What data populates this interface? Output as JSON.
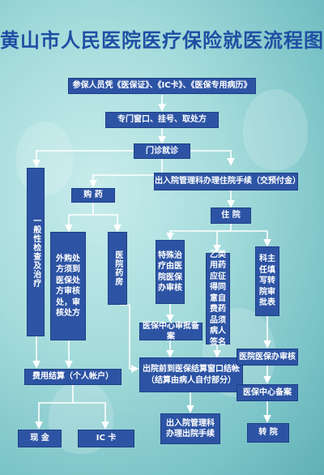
{
  "title": "黄山市人民医院医疗保险就医流程图",
  "nodes": {
    "n1": "参保人员凭《医保证》、《IC卡》、《医保专用病历》",
    "n2": "专门窗口、挂号、取处方",
    "n3": "门诊就诊",
    "n4": "一般性检查及治疗",
    "n5": "购 药",
    "n6": "出入院管理科办理住院手续（交预付金）",
    "n7": "住 院",
    "n8": "外购处方须到医保处方审核处，审核处方",
    "n9": "医院药房",
    "n10": "特殊治疗由医院医保办审核",
    "n11": "乙类用药应征得同意自费药品须病人签名",
    "n12": "科主任填写转院审批表",
    "n13": "医保中心审批备案",
    "n14": "费用结算（个人帐户）",
    "n15": "出院前到医保结算窗口结帐（结算由病人自付部分）",
    "n16": "医院医保办审核",
    "n17": "医保中心备案",
    "n18": "现 金",
    "n19": "IC 卡",
    "n20": "出入院管理科办理出院手续",
    "n21": "转 院"
  },
  "colors": {
    "box": "#2d54a4",
    "title": "#1f4fa3",
    "line": "#ffffff"
  }
}
